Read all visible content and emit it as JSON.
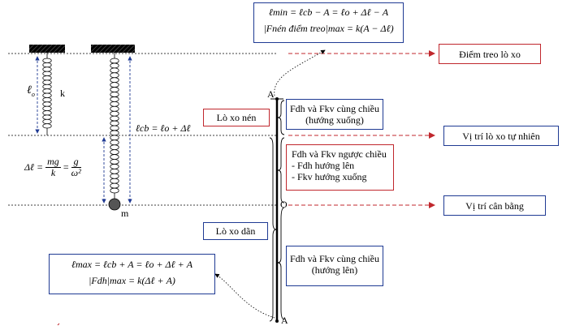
{
  "labels": {
    "diem_treo": "Điểm treo lò xo",
    "vi_tri_tu_nhien": "Vị trí lò xo tự nhiên",
    "vi_tri_can_bang": "Vị trí cân bằng",
    "lo_xo_nen": "Lò xo nén",
    "lo_xo_dan": "Lò xo dãn",
    "point_A_top": "A",
    "point_O": "O",
    "point_A_bottom": "A",
    "spring_k": "k",
    "mass_m": "m",
    "len_natural": "ℓ",
    "len_natural_sub": "o"
  },
  "formulas": {
    "lmin": "ℓmin = ℓcb − A = ℓo + Δℓ − A",
    "fmin": "|Fnén điểm treo|max = k(A − Δℓ)",
    "lmax": "ℓmax = ℓcb + A = ℓo + Δℓ + A",
    "fmax": "|Fdh|max = k(Δℓ + A)",
    "lcb": "ℓcb = ℓo + Δℓ",
    "dl_lhs": "Δℓ =",
    "dl_num1": "mg",
    "dl_den1": "k",
    "dl_eq": "=",
    "dl_num2": "g",
    "dl_den2": "ω²"
  },
  "notes": {
    "top_line1": "Fdh và Fkv cùng chiều",
    "top_line2": "(hướng xuống)",
    "mid_line1": "Fdh và Fkv ngược chiều",
    "mid_line2": "- Fdh hướng lên",
    "mid_line3": "- Fkv hướng xuống",
    "bot_line1": "Fdh và Fkv cùng chiều",
    "bot_line2": "(hướng lên)"
  },
  "colors": {
    "blue_border": "#1f3a93",
    "red_border": "#c0272d",
    "red_arrow": "#c0272d",
    "dim_blue": "#1f3a93",
    "spring": "#000000"
  }
}
